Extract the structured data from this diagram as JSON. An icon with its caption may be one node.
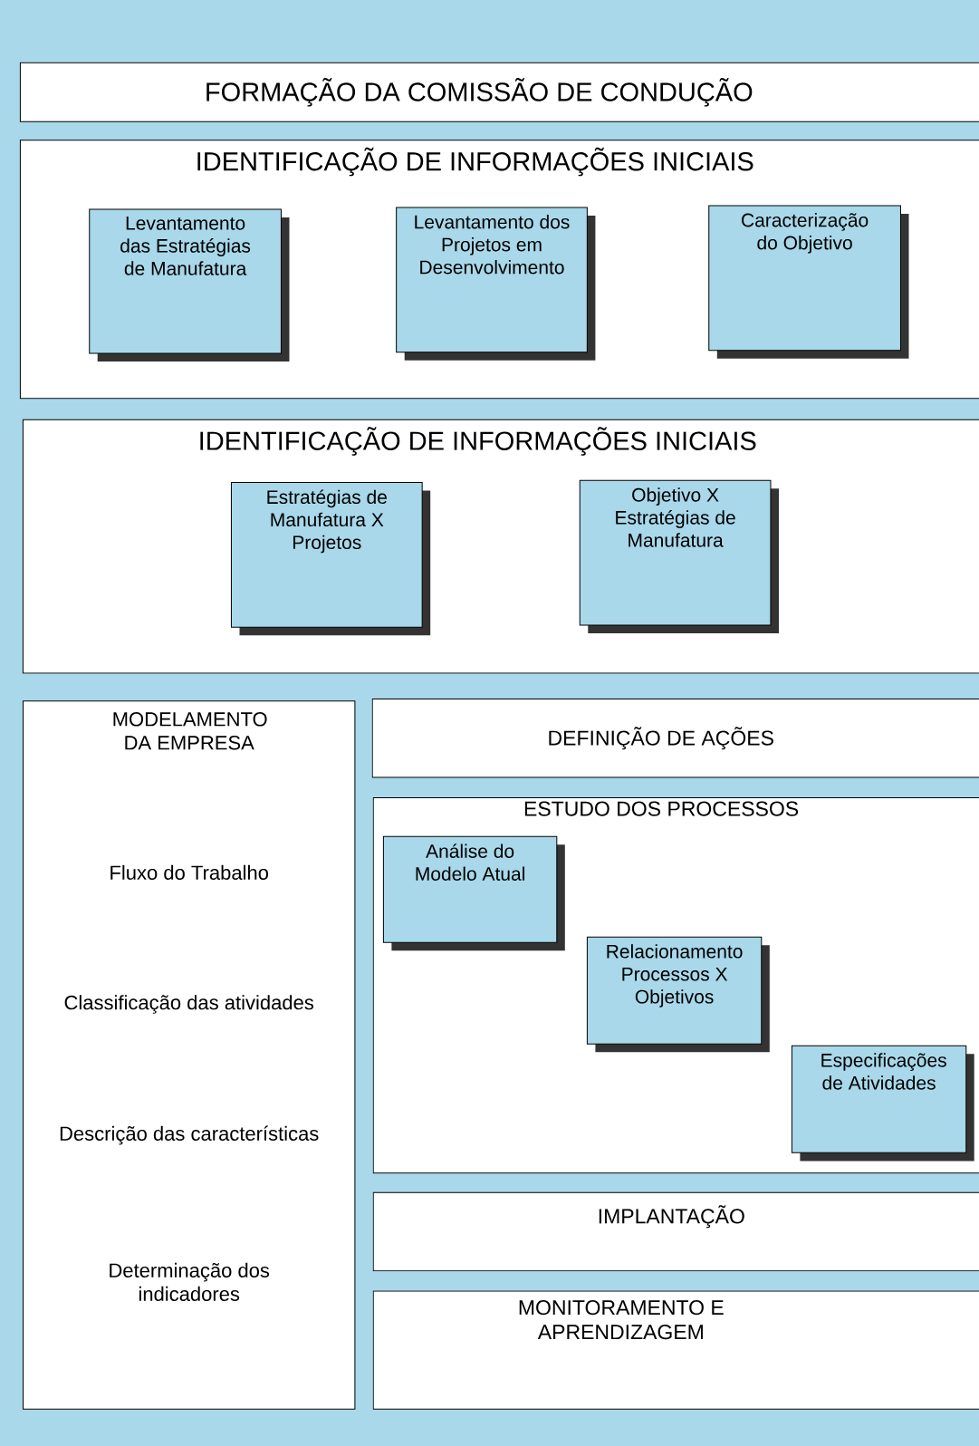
{
  "diagram": {
    "nodes": [
      {
        "text": [
          "FORMAÇÃO DA COMISSÃO DE CONDUÇÃO"
        ]
      },
      {
        "text": [
          "IDENTIFICAÇÃO DE INFORMAÇÕES INICIAIS"
        ]
      },
      {
        "text": [
          "Levantamento das Estratégias de Manufatura"
        ],
        "in": 1
      },
      {
        "text": [
          "Levantamento dos Projetos em Desenvolvimento"
        ],
        "in": 1
      },
      {
        "text": [
          "Caracterização do Objetivo"
        ],
        "in": 1
      },
      {
        "text": [
          "IDENTIFICAÇÃO DE INFORMAÇÕES INICIAIS"
        ]
      },
      {
        "text": [
          "Estratégias de Manufatura X Projetos"
        ],
        "in": 5
      },
      {
        "text": [
          "Objetivo X Estratégias de Manufatura"
        ],
        "in": 5
      },
      {
        "text": [
          "MODELAMENTO DA EMPRESA",
          "Fluxo do Trabalho",
          "Classificação das atividades",
          "Descrição das características",
          "Determinação dos indicadores"
        ]
      },
      {
        "text": [
          "DEFINIÇÃO DE AÇÕES"
        ]
      },
      {
        "text": [
          "ESTUDO DOS PROCESSOS"
        ]
      },
      {
        "text": [
          "Análise do Modelo Atual"
        ],
        "in": 10
      },
      {
        "text": [
          "Relacionamento Processos X Objetivos"
        ],
        "in": 10
      },
      {
        "text": [
          "Especificações de Atividades"
        ],
        "in": 10
      },
      {
        "text": [
          "IMPLANTAÇÃO"
        ]
      },
      {
        "text": [
          "MONITORAMENTO E APRENDIZAGEM"
        ]
      }
    ]
  }
}
